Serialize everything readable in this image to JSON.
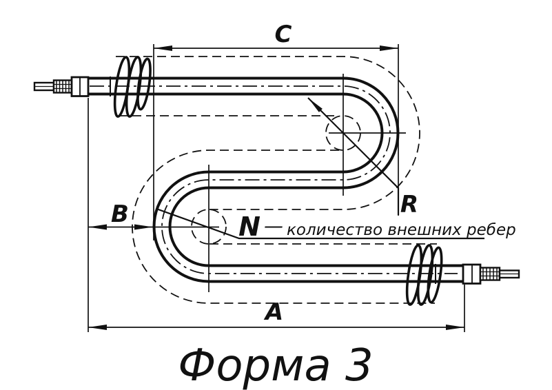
{
  "figure": {
    "caption": "Форма 3",
    "labels": {
      "c": "C",
      "b": "B",
      "a": "A",
      "r": "R"
    },
    "callout": {
      "symbol": "N",
      "separator": "—",
      "text": "количество внешних ребер"
    },
    "colors": {
      "ink": "#111111",
      "background": "#ffffff"
    }
  }
}
